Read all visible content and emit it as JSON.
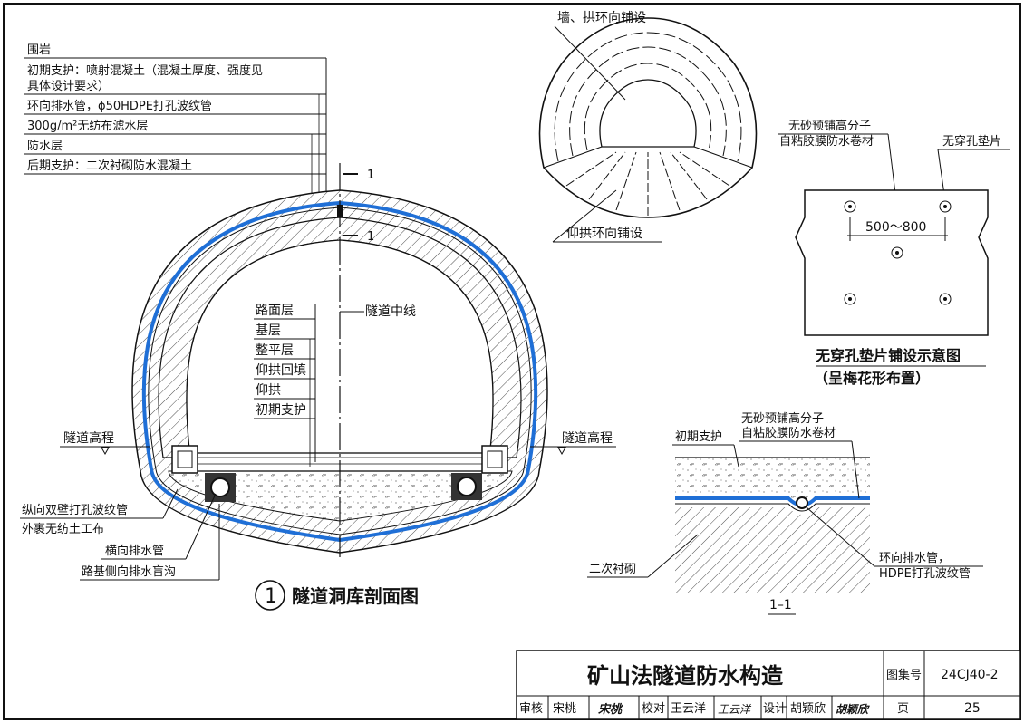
{
  "layers": [
    "围岩",
    "初期支护：喷射混凝土（混凝土厚度、强度见",
    "具体设计要求）",
    "环向排水管，ϕ50HDPE打孔波纹管",
    "300g/m²无纺布滤水层",
    "防水层",
    "后期支护：二次衬砌防水混凝土"
  ],
  "section_marks": [
    "1",
    "1"
  ],
  "centerline_label": "隧道中线",
  "pavement_layers": [
    "路面层",
    "基层",
    "整平层",
    "仰拱回填",
    "仰拱",
    "初期支护"
  ],
  "elevation_labels": [
    "隧道高程",
    "隧道高程"
  ],
  "bottom_labels": [
    "纵向双壁打孔波纹管",
    "外裹无纺土工布",
    "横向排水管",
    "路基侧向排水盲沟"
  ],
  "section_title": {
    "number": "1",
    "text": "隧道洞库剖面图"
  },
  "ring_labels": {
    "wall": "墙、拱环向铺设",
    "invert": "仰拱环向铺设"
  },
  "pad_diagram": {
    "membrane": [
      "无砂预铺高分子",
      "自粘胶膜防水卷材"
    ],
    "pad": "无穿孔垫片",
    "spacing": "500～800",
    "title": "无穿孔垫片铺设示意图",
    "subtitle": "（呈梅花形布置）"
  },
  "detail": {
    "primary": "初期支护",
    "membrane": [
      "无砂预铺高分子",
      "自粘胶膜防水卷材"
    ],
    "secondary": "二次衬砌",
    "pipe": [
      "环向排水管，",
      "HDPE打孔波纹管"
    ],
    "label": "1–1"
  },
  "title_block": {
    "title": "矿山法隧道防水构造",
    "atlas_label": "图集号",
    "atlas_no": "24CJ40-2",
    "review_label": "审核",
    "reviewer": "宋桃",
    "reviewer_sig": "宋桃",
    "check_label": "校对",
    "checker": "王云洋",
    "checker_sig": "王云洋",
    "design_label": "设计",
    "designer": "胡颖欣",
    "designer_sig": "胡颖欣",
    "page_label": "页",
    "page_no": "25"
  },
  "colors": {
    "waterproof": "#1f6fd6",
    "line": "#111111"
  }
}
